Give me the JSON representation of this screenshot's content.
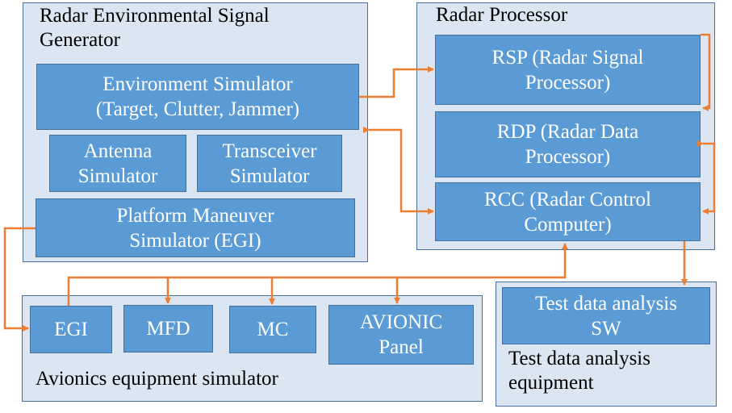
{
  "colors": {
    "group_fill": "#dce6f2",
    "group_border": "#4a6f9a",
    "box_fill": "#5b9bd5",
    "box_border": "#41719c",
    "arrow": "#ed7d31"
  },
  "groups": {
    "generator": {
      "label": "Radar Environmental Signal\nGenerator"
    },
    "processor": {
      "label": "Radar Processor"
    },
    "avionics": {
      "label": "Avionics equipment simulator"
    },
    "test": {
      "label": "Test data analysis\nequipment"
    }
  },
  "boxes": {
    "environment_sim": "Environment Simulator\n(Target, Clutter, Jammer)",
    "antenna_sim": "Antenna\nSimulator",
    "transceiver_sim": "Transceiver\nSimulator",
    "platform_sim": "Platform Maneuver\nSimulator  (EGI)",
    "rsp": "RSP (Radar Signal\nProcessor)",
    "rdp": "RDP (Radar Data\nProcessor)",
    "rcc": "RCC (Radar Control\nComputer)",
    "egi": "EGI",
    "mfd": "MFD",
    "mc": "MC",
    "avionic_panel": "AVIONIC\nPanel",
    "test_sw": "Test data analysis\nSW"
  }
}
